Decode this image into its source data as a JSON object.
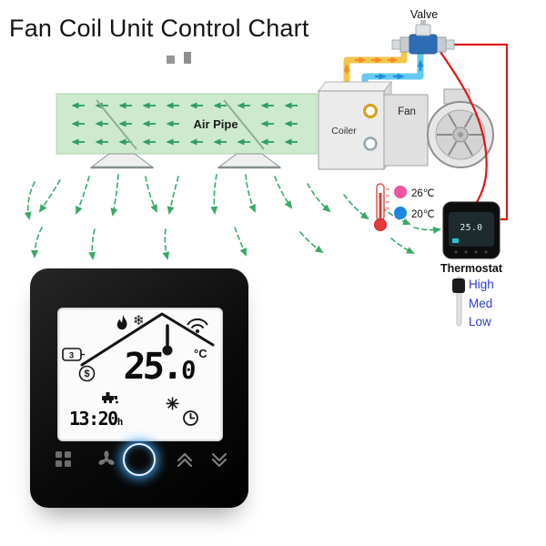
{
  "title": "Fan Coil Unit Control Chart",
  "diagram": {
    "valve_label": "Valve",
    "air_pipe_label": "Air Pipe",
    "coiler_label": "Coiler",
    "fan_label": "Fan",
    "temp_hot": "26℃",
    "temp_cold": "20℃",
    "thermostat_label": "Thermostat",
    "fan_speeds": [
      "High",
      "Med",
      "Low"
    ],
    "mini_display_temp": "25.0",
    "colors": {
      "duct_green": "#cdeacf",
      "duct_arrow_green": "#2f9e60",
      "airflow_green": "#3aa968",
      "pipe_yellow": "#f2c64a",
      "pipe_arrow_orange": "#ed8f2b",
      "pipe_blue": "#66c9f1",
      "pipe_arrow_blue": "#1a8fd8",
      "wire_red": "#e21717",
      "dot_hot_pink": "#f0569e",
      "dot_cold_blue": "#1d86e0",
      "speed_label_blue": "#2b3cd0"
    }
  },
  "thermostat": {
    "temp_main": "25.",
    "temp_decimal": "0",
    "unit": "°C",
    "time": "13:20",
    "time_unit": "h",
    "glyphs": {
      "snowflake": "❄",
      "cool_mode": "✳",
      "economy": "$",
      "schedule_period": "3"
    }
  }
}
